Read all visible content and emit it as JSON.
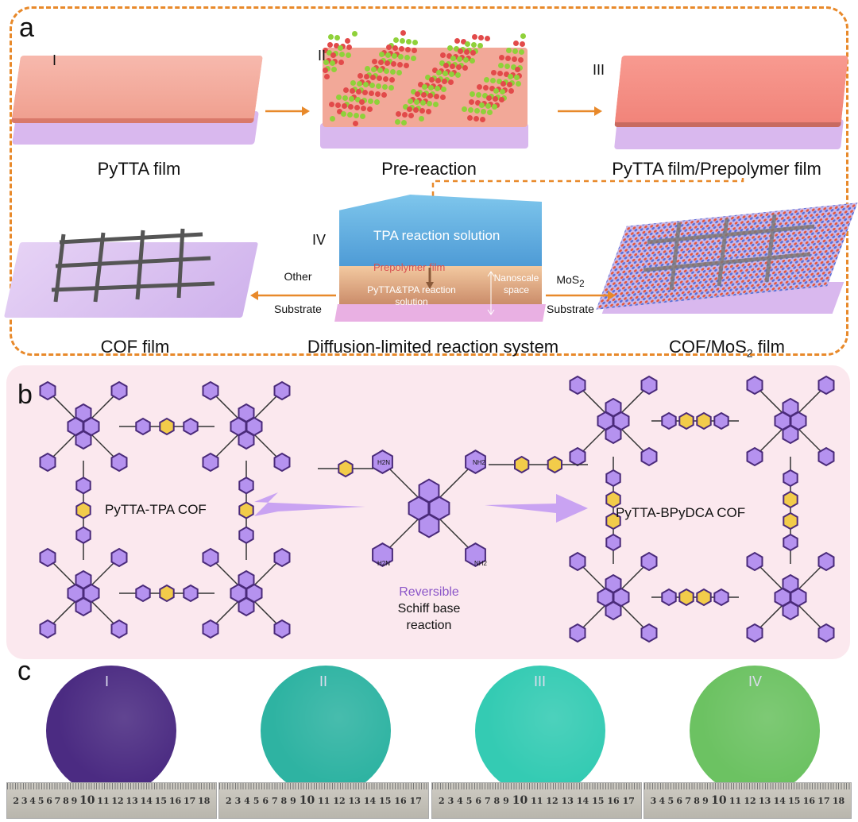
{
  "panels": {
    "a": {
      "label": "a",
      "steps": [
        {
          "numeral": "I",
          "caption": "PyTTA film"
        },
        {
          "numeral": "II",
          "caption": "Pre-reaction"
        },
        {
          "numeral": "III",
          "caption": "PyTTA film/Prepolymer film"
        },
        {
          "numeral": "IV",
          "caption": "Diffusion-limited reaction system"
        }
      ],
      "reaction_box": {
        "top_text": "TPA reaction solution",
        "film_text": "Prepolymer film",
        "bottom_text": "PyTTA&TPA reaction solution",
        "space_text": "Nanoscale space"
      },
      "left_arrow": {
        "line1": "Other",
        "line2": "Substrate"
      },
      "right_arrow": {
        "line1": "MoS",
        "sub": "2",
        "line2": "Substrate"
      },
      "cof_film_caption": "COF film",
      "cof_mos2_caption": {
        "pre": "COF/MoS",
        "sub": "2",
        "post": " film"
      }
    },
    "b": {
      "label": "b",
      "left_cof": "PyTTA-TPA COF",
      "right_cof": "PyTTA-BPyDCA COF",
      "amine_labels": [
        "H2N",
        "NH2",
        "H2N",
        "NH2"
      ],
      "reaction_word1": "Reversible",
      "reaction_word2": "Schiff base",
      "reaction_word3": "reaction"
    },
    "c": {
      "label": "c",
      "wafers": [
        {
          "numeral": "I",
          "color": "#4b2b82",
          "ruler": [
            "2",
            "3",
            "4",
            "5",
            "6",
            "7",
            "8",
            "9",
            "10",
            "11",
            "12",
            "13",
            "14",
            "15",
            "16",
            "17",
            "18"
          ]
        },
        {
          "numeral": "II",
          "color": "#2eb3a2",
          "ruler": [
            "2",
            "3",
            "4",
            "5",
            "6",
            "7",
            "8",
            "9",
            "10",
            "11",
            "12",
            "13",
            "14",
            "15",
            "16",
            "17"
          ]
        },
        {
          "numeral": "III",
          "color": "#34cbb3",
          "ruler": [
            "2",
            "3",
            "4",
            "5",
            "6",
            "7",
            "8",
            "9",
            "10",
            "11",
            "12",
            "13",
            "14",
            "15",
            "16",
            "17"
          ]
        },
        {
          "numeral": "IV",
          "color": "#6cc262",
          "ruler": [
            "3",
            "4",
            "5",
            "6",
            "7",
            "8",
            "9",
            "10",
            "11",
            "12",
            "13",
            "14",
            "15",
            "16",
            "17",
            "18"
          ]
        }
      ]
    }
  },
  "colors": {
    "accent": "#e8892a",
    "purple": "#9b6fe0",
    "yellow": "#f2cc4a",
    "pink_bg": "#fbe8ee"
  }
}
